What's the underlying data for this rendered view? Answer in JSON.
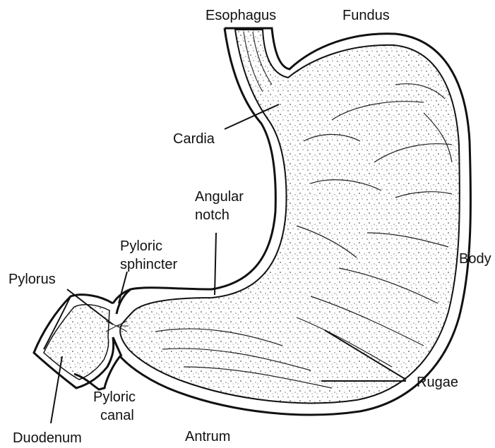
{
  "labels": {
    "esophagus": "Esophagus",
    "fundus": "Fundus",
    "cardia": "Cardia",
    "angular_notch_1": "Angular",
    "angular_notch_2": "notch",
    "pyloric_sphincter_1": "Pyloric",
    "pyloric_sphincter_2": "sphincter",
    "pylorus": "Pylorus",
    "body": "Body",
    "rugae": "Rugae",
    "pyloric_canal_1": "Pyloric",
    "pyloric_canal_2": "canal",
    "duodenum": "Duodenum",
    "antrum": "Antrum"
  },
  "colors": {
    "ink": "#111111",
    "background": "#ffffff"
  }
}
